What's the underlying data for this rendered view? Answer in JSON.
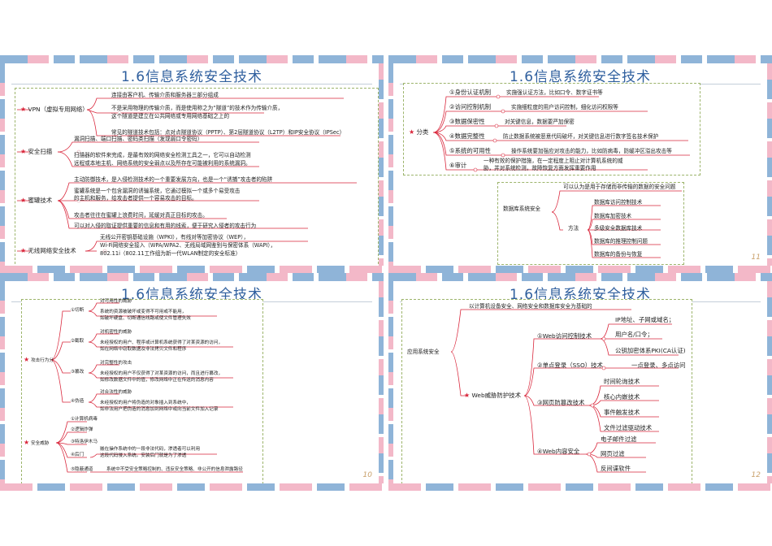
{
  "slides": [
    {
      "title": "1.6信息系统安全技术",
      "page": "",
      "items": [
        {
          "label": "VPN（虚拟专用网络）",
          "details": [
            "连接由客户机、传输介质和服务器三部分组成",
            "不是采用物理的传输介质，而是使用称之为“隧道”的技术作为传输介质，",
            "这个隧道是建立在公共网络或专用网络基础之上的",
            "常见的隧道技术包括：点对点隧道协议（PPTP）、第2层隧道协议（L2TP）和IP安全协议（IPSec）"
          ]
        },
        {
          "label": "安全扫描",
          "details": [
            "漏洞扫描、端口扫描、密码类扫描（发现弱口令密码）",
            "扫描器的软件来完成，是最有效的网络安全检测工具之一，它可以自动检测",
            "远程或本地主机、网络系统的安全弱点以及所存在可能被利用的系统漏洞。"
          ]
        },
        {
          "label": "蜜罐技术",
          "details": [
            "主动防御技术，是入侵检测技术的一个重要发展方向，也是一个“诱捕”攻击者的陷阱",
            "蜜罐系统是一个包含漏洞的诱骗系统，它通过模拟一个或多个易受攻击",
            "的主机和服务，给攻击者提供一个容易攻击的目标。",
            "攻击者往往在蜜罐上浪费时间，延缓对真正目标的攻击。",
            "可以对入侵的取证提供重要的信息和有用的线索，便于研究入侵者的攻击行为"
          ]
        },
        {
          "label": "无线网络安全技术",
          "details": [
            "无线公开密钥基础设施（WPKI），有线对等加密协议（WEP），",
            "Wi-Fi网络安全接入（WPA/WPA2、无线局域网鉴别与保密体系（WAPI），",
            "802.11i（802.11工作组为新一代WLAN制定的安全标准）"
          ]
        }
      ]
    },
    {
      "title": "1.6信息系统安全技术",
      "page": "11",
      "root": "分类",
      "items": [
        {
          "label": "①身份认证机制",
          "detail": "实施强认证方法，比如口令、数字证书等"
        },
        {
          "label": "②访问控制机制",
          "detail": "实施细粒度的用户访问控制，细化访问权限等"
        },
        {
          "label": "③数据保密性",
          "detail": "对关键信息，数据要严加保密"
        },
        {
          "label": "④数据完整性",
          "detail": "防止数据系统被恶意代码破坏，对关键信息进行数字签名技术保护"
        },
        {
          "label": "⑤系统的可用性",
          "detail": "操作系统要加强应对攻击的能力，比如防病毒，防缓冲区溢出攻击等"
        },
        {
          "label": "⑥审计",
          "detail": "一种有效的保护措施，在一定程度上阻止对计算机系统的威胁，并对系统检测，故障恢复方面发挥重要作用"
        }
      ],
      "sub": {
        "root": "数据库系统安全",
        "definition": "可以认为是用于存储而非传输的数据的安全问题",
        "method_label": "方法",
        "methods": [
          "数据库访问控制技术",
          "数据库加密技术",
          "多级安全数据库技术",
          "数据库的推理控制问题",
          "数据库的备份与恢复"
        ]
      }
    },
    {
      "title": "1.6信息系统安全技术",
      "page": "10",
      "groups": [
        {
          "label": "攻击行为分",
          "items": [
            {
              "label": "①切断",
              "lines": [
                "对可用性的威胁",
                "系统的资源被破坏或变得不可用或不能用，",
                "如破坏硬盘、切断通信线路或使文件管理失效"
              ]
            },
            {
              "label": "②截取",
              "lines": [
                "对机密性的威胁",
                "未经授权的用户、程序或计算机系统获得了对某资源的访问，",
                "如在网络中窃取数据及非法拷贝文件和程序"
              ]
            },
            {
              "label": "③篡改",
              "lines": [
                "对完整性的攻击",
                "未经授权的用户不仅获得了对某资源的访问，而且进行篡改，",
                "如修改数据文件中的值，修改网络中正在传送的消息内容"
              ]
            },
            {
              "label": "④伪造",
              "lines": [
                "对合法性的威胁",
                "未经授权的用户将伪造的对象插入到系统中，",
                "如非法用户把伪造的消息加到网络中或向当前文件加入记录"
              ]
            }
          ]
        },
        {
          "label": "安全威胁",
          "items": [
            {
              "label": "①计算机病毒",
              "lines": []
            },
            {
              "label": "②逻辑炸弹",
              "lines": []
            },
            {
              "label": "③特洛伊木马",
              "lines": []
            },
            {
              "label": "④后门",
              "lines": [
                "嵌在操作系统中的一段非法代码，渗透者可以利用",
                "这段代码侵入系统。安装后门就是为了渗透"
              ]
            },
            {
              "label": "⑤隐蔽通道",
              "lines": [
                "系统中不受安全策略控制的、违反安全策略、非公开的信息泄露路径"
              ]
            }
          ]
        }
      ]
    },
    {
      "title": "1.6信息系统安全技术",
      "page": "12",
      "root": "应用系统安全",
      "top_note": "以计算机设备安全、网络安全和数据库安全为基础的",
      "web_root": "Web威胁防护技术",
      "branches": [
        {
          "label": "①Web访问控制技术",
          "leaves": [
            "IP地址、子网或域名；",
            "用户名/口令；",
            "公钥加密体系PKI(CA认证)"
          ]
        },
        {
          "label": "②单点登录（SSO）技术",
          "leaves": [
            "一点登录、多点访问"
          ]
        },
        {
          "label": "③网页防篡改技术",
          "leaves": [
            "时间轮询技术",
            "核心内嵌技术",
            "事件触发技术",
            "文件过滤驱动技术"
          ]
        },
        {
          "label": "④Web内容安全",
          "leaves": [
            "电子邮件过滤",
            "网页过滤",
            "反间谍软件"
          ]
        }
      ]
    }
  ]
}
